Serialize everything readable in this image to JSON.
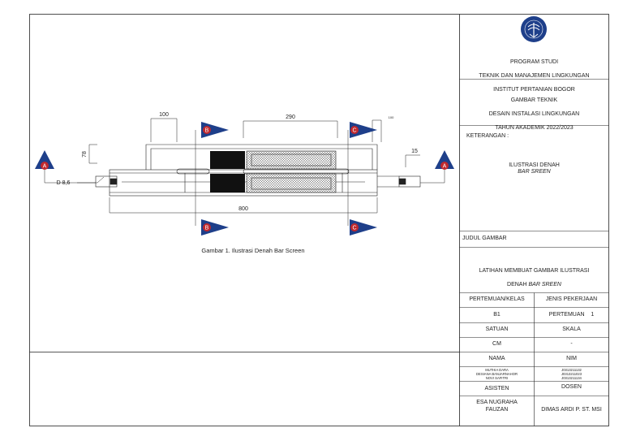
{
  "drawing": {
    "section_marks": {
      "a": "A",
      "b": "B",
      "c": "C"
    },
    "dimensions": {
      "d100": "100",
      "d290": "290",
      "d100_small": "100",
      "d78": "78",
      "d15": "15",
      "d800": "800",
      "d_pipe": "D 8,6"
    },
    "caption": "Gambar 1. Ilustrasi Denah Bar Screen"
  },
  "title_block": {
    "institution": {
      "line1": "PROGRAM STUDI",
      "line2": "TEKNIK DAN MANAJEMEN LINGKUNGAN",
      "line3": "INSTITUT PERTANIAN BOGOR"
    },
    "course": {
      "line1": "GAMBAR TEKNIK",
      "line2": "DESAIN INSTALASI LINGKUNGAN",
      "line3": "TAHUN AKADEMIK 2022/2023"
    },
    "keterangan_label": "KETERANGAN :",
    "keterangan_text": "ILUSTRASI DENAH",
    "keterangan_italic": "BAR SREEN",
    "judul_label": "JUDUL GAMBAR",
    "judul_line1": "LATIHAN MEMBUAT GAMBAR  ILUSTRASI",
    "judul_line2": "DENAH",
    "judul_italic": "BAR SREEN",
    "rows": {
      "pertemuan_kelas": "PERTEMUAN/KELAS",
      "jenis_pekerjaan": "JENIS PEKERJAAN",
      "kelas_value": "B1",
      "pekerjaan_value": "PERTEMUAN    1",
      "satuan": "SATUAN",
      "skala": "SKALA",
      "satuan_value": "CM",
      "skala_value": "-",
      "nama": "NAMA",
      "nim": "NIM",
      "names": "MUTHIA DARA\nDESIANA BANJARNAHOR\nNOVI SAFITRI",
      "nims": "J0313211132\nJ0313211023\nJ0313211134",
      "asisten": "ASISTEN",
      "dosen": "DOSEN",
      "asisten_value": "ESA NUGRAHA\nFAUZAN",
      "dosen_value": "DIMAS ARDI P. ST. MSI"
    }
  }
}
